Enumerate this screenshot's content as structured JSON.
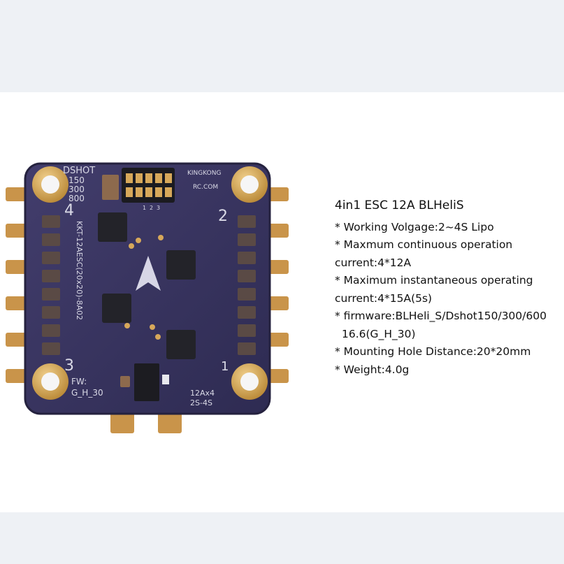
{
  "board_labels": {
    "dshot": "DSHOT",
    "dshot_values": [
      "150",
      "300",
      "800"
    ],
    "brand": "KINGKONG",
    "site": "RC.COM",
    "side_text": "KKT-12AESC(20x20)-8A02",
    "fw_label": "FW:",
    "fw_value": "G_H_30",
    "rating": "12Ax4",
    "cells": "2S-4S",
    "motor_numbers": [
      "4",
      "2",
      "3",
      "1"
    ],
    "header_pins": [
      "1",
      "2",
      "3"
    ]
  },
  "specs": {
    "title": "4in1 ESC 12A BLHeliS",
    "lines": [
      "* Working Volgage:2~4S Lipo",
      "* Maxmum continuous operation",
      "current:4*12A",
      "* Maximum instantaneous operating",
      "current:4*15A(5s)",
      "* firmware:BLHeli_S/Dshot150/300/600",
      "16.6(G_H_30)",
      "* Mounting Hole Distance:20*20mm",
      "* Weight:4.0g"
    ]
  },
  "colors": {
    "pcb": "#3a3660",
    "gold": "#d7a85a",
    "component": "#2a2a2f",
    "silk": "#d9d9e6"
  }
}
